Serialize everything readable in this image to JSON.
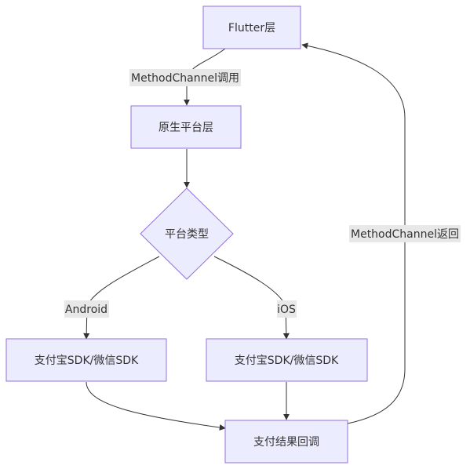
{
  "nodes": {
    "flutter": "Flutter层",
    "native": "原生平台层",
    "platform_type": "平台类型",
    "android_sdk": "支付宝SDK/微信SDK",
    "ios_sdk": "支付宝SDK/微信SDK",
    "callback": "支付结果回调"
  },
  "edges": {
    "flutter_to_native": "MethodChannel调用",
    "decision_android": "Android",
    "decision_ios": "iOS",
    "callback_return": "MethodChannel返回"
  },
  "colors": {
    "node_fill": "#ECECFF",
    "node_stroke": "#9370DB",
    "edge_stroke": "#333333",
    "label_bg": "#e8e8e8"
  }
}
